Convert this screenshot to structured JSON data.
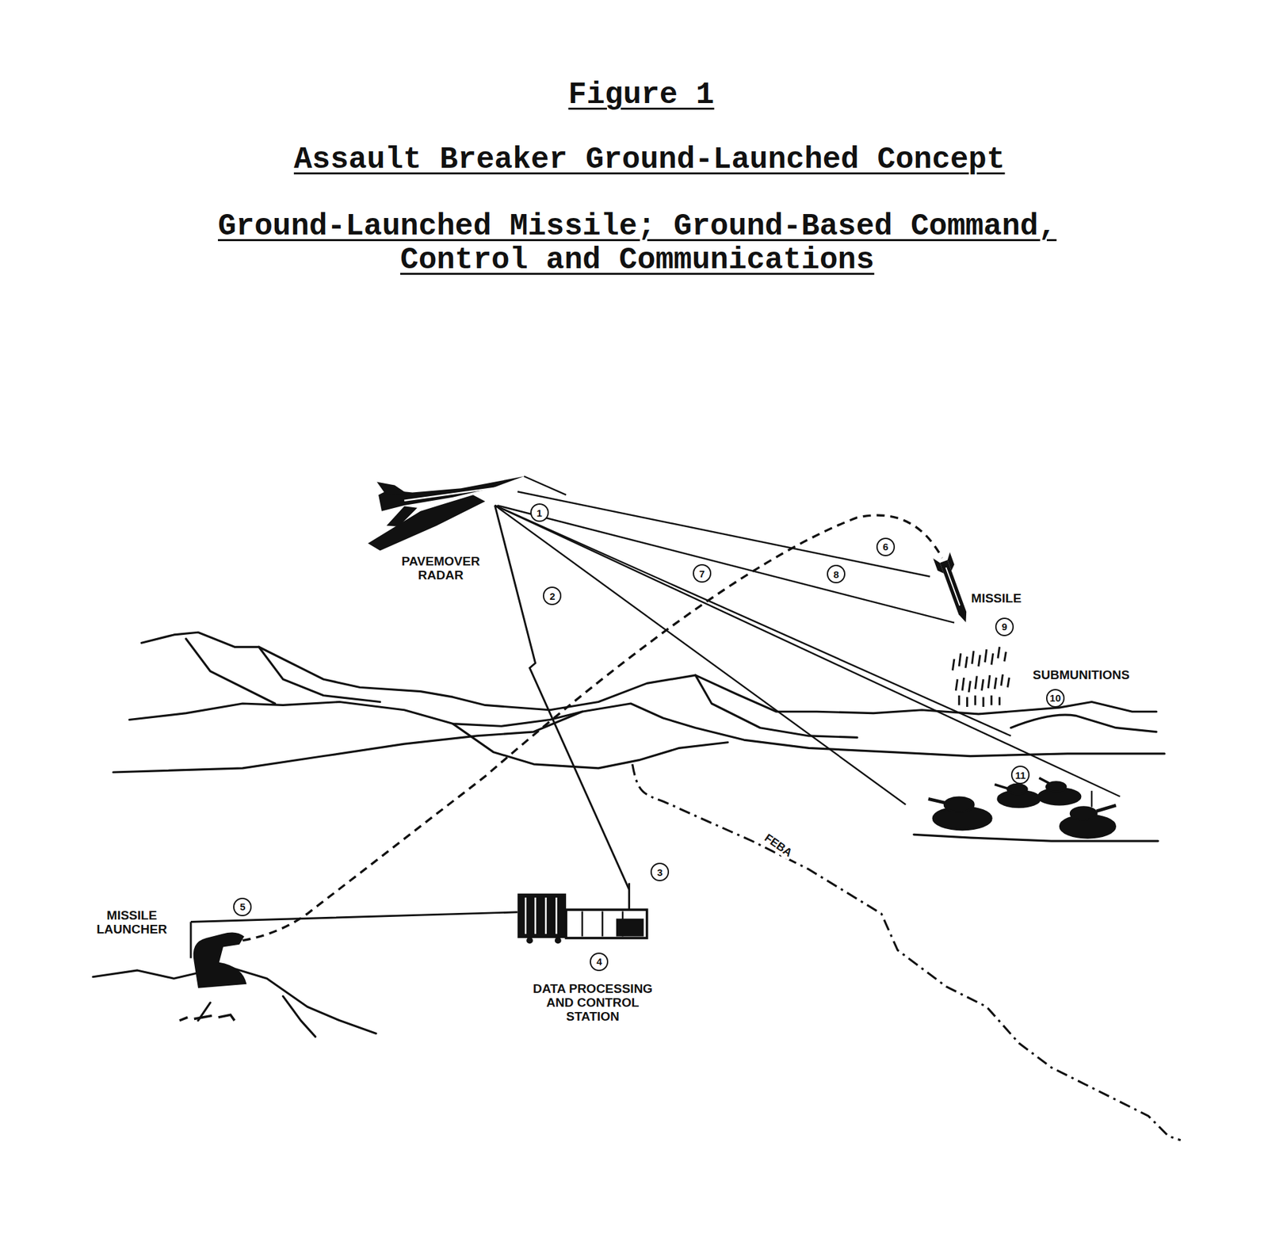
{
  "diagram": {
    "title": "Assault Breaker Ground-Launched Concept",
    "labels": [
      "Figure 1",
      "Ground-Launched Missile; Ground-Based Command, Control and Communications",
      "PAVEMOVER RADAR",
      "1",
      "2",
      "3",
      "4",
      "5",
      "6",
      "7",
      "8",
      "9",
      "10",
      "11",
      "MISSILE",
      "SUBMUNITIONS",
      "MISSILE LAUNCHER",
      "DATA PROCESSING AND CONTROL STATION",
      "FEBA"
    ]
  }
}
